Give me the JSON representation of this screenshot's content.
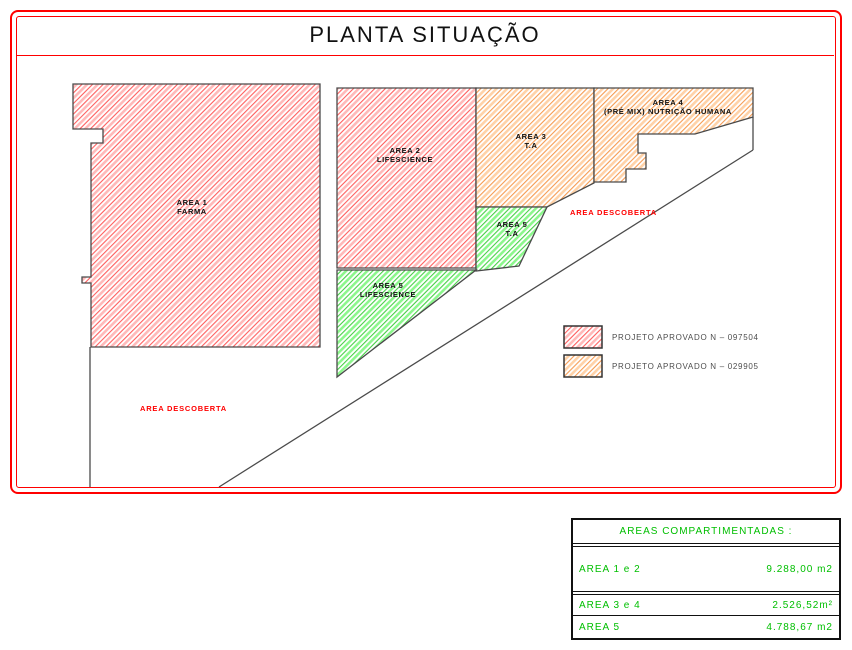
{
  "title": "PLANTA SITUAÇÃO",
  "plan": {
    "areas": [
      {
        "name": "AREA 1",
        "use": "FARMA",
        "hatch": "red"
      },
      {
        "name": "AREA 2",
        "use": "LIFESCIENCE",
        "hatch": "red"
      },
      {
        "name": "AREA 3",
        "use": "T.A",
        "hatch": "orange"
      },
      {
        "name": "AREA 4",
        "use": "(PRÉ MIX) NUTRIÇÃO HUMANA",
        "hatch": "orange"
      },
      {
        "name": "AREA 5",
        "use": "T.A",
        "hatch": "green"
      },
      {
        "name": "AREA 5",
        "use": "LIFESCIENCE",
        "hatch": "green"
      }
    ],
    "open_area_labels": [
      "AREA DESCOBERTA",
      "AREA DESCOBERTA"
    ]
  },
  "legend": {
    "items": [
      {
        "label": "PROJETO APROVADO N – 097504",
        "hatch": "red"
      },
      {
        "label": "PROJETO APROVADO N – 029905",
        "hatch": "orange"
      }
    ]
  },
  "table": {
    "header": "AREAS COMPARTIMENTADAS :",
    "rows": [
      {
        "label": "AREA 1 e 2",
        "value": "9.288,00 m2"
      },
      {
        "label": "AREA 3 e 4",
        "value": "2.526,52m²"
      },
      {
        "label": "AREA 5",
        "value": "4.788,67 m2"
      }
    ]
  },
  "colors": {
    "frame_red": "#ff0000",
    "open_area_red": "#ff0000",
    "table_green": "#00bf00",
    "hatch_red": "#ff4d4d",
    "hatch_orange": "#f59140",
    "hatch_green": "#33cc33",
    "linework_gray": "#4a4a4a"
  }
}
